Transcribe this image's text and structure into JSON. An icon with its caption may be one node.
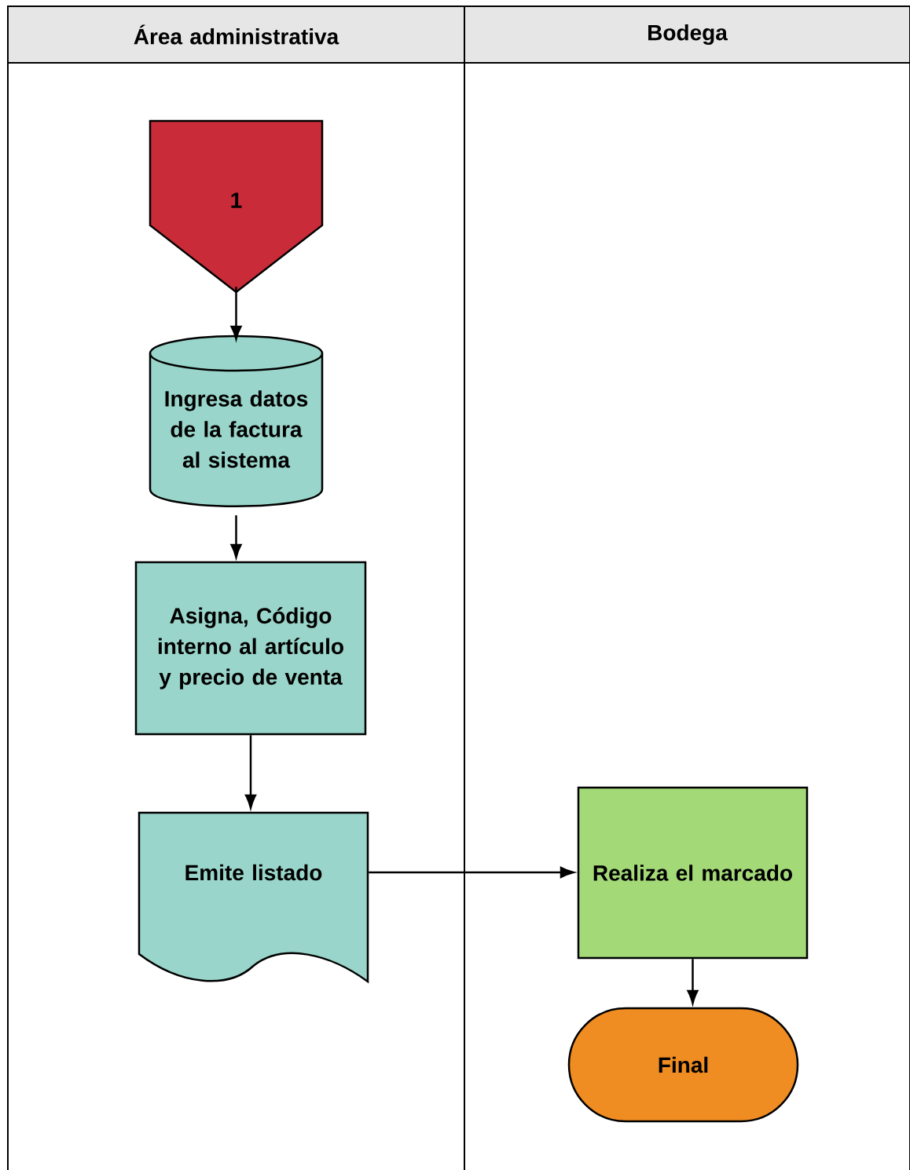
{
  "diagram": {
    "nodes": [
      {
        "text": [
          "Área administrativa"
        ]
      },
      {
        "text": [
          "Bodega"
        ]
      },
      {
        "text": [
          "1"
        ],
        "in": 0
      },
      {
        "text": [
          "Ingresa datos de la factura al sistema"
        ],
        "in": 0
      },
      {
        "text": [
          "Asigna, Código interno al artículo y precio de venta"
        ],
        "in": 0
      },
      {
        "text": [
          "Emite listado"
        ],
        "in": 0
      },
      {
        "text": [
          "Realiza el marcado"
        ],
        "in": 1
      },
      {
        "text": [
          "Final"
        ],
        "in": 1
      }
    ],
    "edges": [
      {
        "from": 2,
        "to": 3,
        "arrow": "to"
      },
      {
        "from": 3,
        "to": 4,
        "arrow": "to"
      },
      {
        "from": 4,
        "to": 5,
        "arrow": "to"
      },
      {
        "from": 5,
        "to": 6,
        "arrow": "to"
      },
      {
        "from": 6,
        "to": 7,
        "arrow": "to"
      }
    ]
  }
}
